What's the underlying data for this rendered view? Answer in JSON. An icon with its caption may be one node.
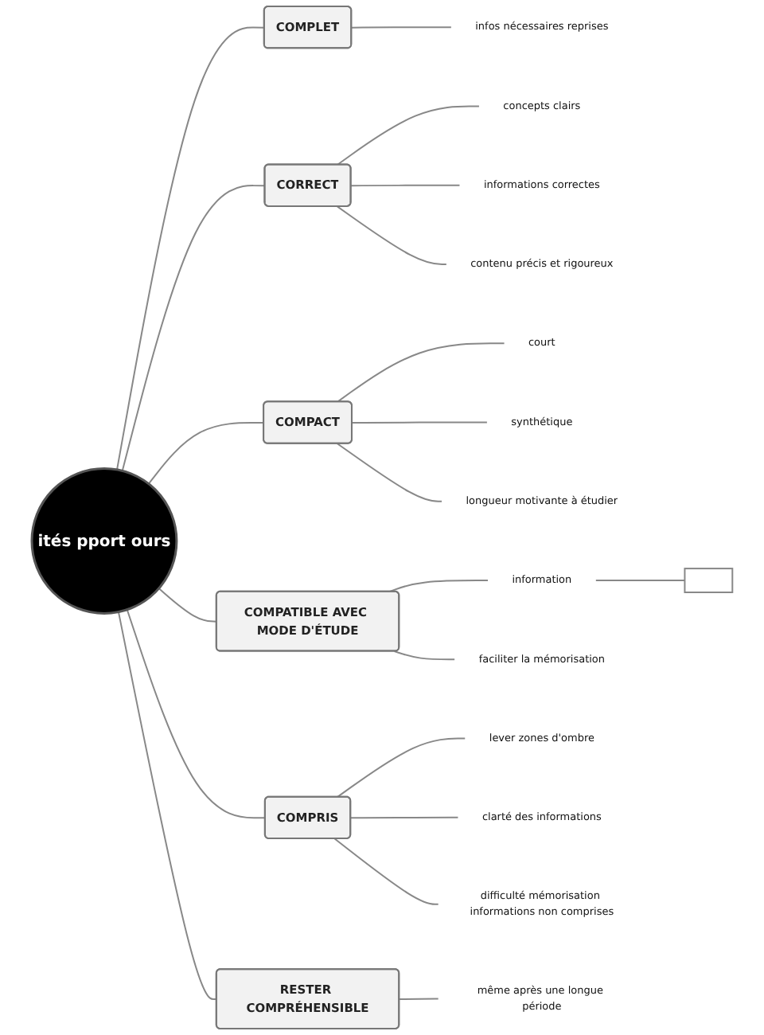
{
  "diagram": {
    "nodes": [
      {
        "text": [
          "ités pport ours"
        ]
      },
      {
        "text": [
          "COMPLET"
        ]
      },
      {
        "text": [
          "infos nécessaires reprises"
        ]
      },
      {
        "text": [
          "CORRECT"
        ]
      },
      {
        "text": [
          "concepts clairs"
        ]
      },
      {
        "text": [
          "informations correctes"
        ]
      },
      {
        "text": [
          "contenu précis et rigoureux"
        ]
      },
      {
        "text": [
          "COMPACT"
        ]
      },
      {
        "text": [
          "court"
        ]
      },
      {
        "text": [
          "synthétique"
        ]
      },
      {
        "text": [
          "longueur motivante à étudier"
        ]
      },
      {
        "text": [
          "COMPATIBLE AVEC MODE D'ÉTUDE"
        ]
      },
      {
        "text": [
          "information"
        ]
      },
      {
        "text": [],
        "shape": "box"
      },
      {
        "text": [
          "faciliter la mémorisation"
        ]
      },
      {
        "text": [
          "COMPRIS"
        ]
      },
      {
        "text": [
          "lever zones d'ombre"
        ]
      },
      {
        "text": [
          "clarté des informations"
        ]
      },
      {
        "text": [
          "difficulté mémorisation informations non comprises"
        ]
      },
      {
        "text": [
          "RESTER COMPRÉHENSIBLE"
        ]
      },
      {
        "text": [
          "même après une longue période"
        ]
      }
    ],
    "edges": [
      {
        "from": 0,
        "to": 1,
        "arrow": "none"
      },
      {
        "from": 1,
        "to": 2,
        "arrow": "none"
      },
      {
        "from": 0,
        "to": 3,
        "arrow": "none"
      },
      {
        "from": 3,
        "to": 4,
        "arrow": "none"
      },
      {
        "from": 3,
        "to": 5,
        "arrow": "none"
      },
      {
        "from": 3,
        "to": 6,
        "arrow": "none"
      },
      {
        "from": 0,
        "to": 7,
        "arrow": "none"
      },
      {
        "from": 7,
        "to": 8,
        "arrow": "none"
      },
      {
        "from": 7,
        "to": 9,
        "arrow": "none"
      },
      {
        "from": 7,
        "to": 10,
        "arrow": "none"
      },
      {
        "from": 0,
        "to": 11,
        "arrow": "none"
      },
      {
        "from": 11,
        "to": 12,
        "arrow": "none"
      },
      {
        "from": 12,
        "to": 13,
        "arrow": "none"
      },
      {
        "from": 11,
        "to": 14,
        "arrow": "none"
      },
      {
        "from": 0,
        "to": 15,
        "arrow": "none"
      },
      {
        "from": 15,
        "to": 16,
        "arrow": "none"
      },
      {
        "from": 15,
        "to": 17,
        "arrow": "none"
      },
      {
        "from": 15,
        "to": 18,
        "arrow": "none"
      },
      {
        "from": 0,
        "to": 19,
        "arrow": "none"
      },
      {
        "from": 19,
        "to": 20,
        "arrow": "none"
      }
    ]
  }
}
